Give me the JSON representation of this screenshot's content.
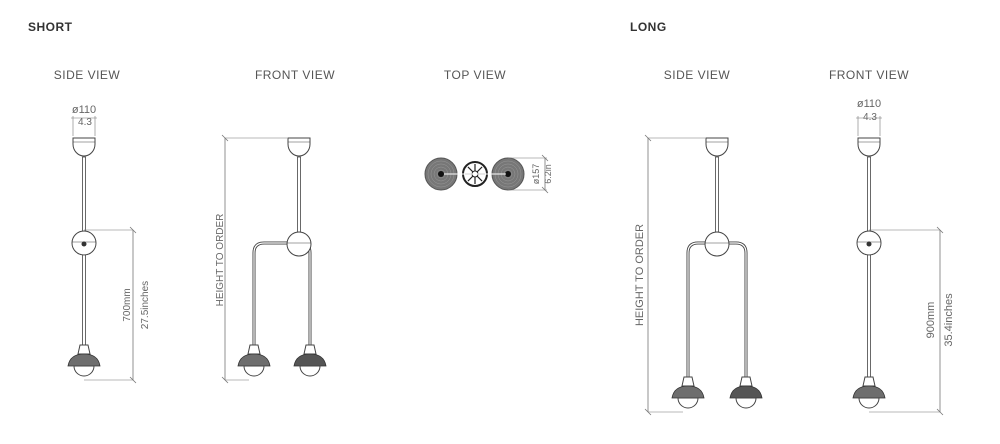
{
  "sections": {
    "short": "SHORT",
    "long": "LONG"
  },
  "views": {
    "short_side": "SIDE VIEW",
    "short_front": "FRONT VIEW",
    "short_top": "TOP VIEW",
    "long_side": "SIDE VIEW",
    "long_front": "FRONT VIEW"
  },
  "dimensions": {
    "canopy_diameter_mm": "ø110",
    "canopy_diameter_in": "4.3",
    "short_drop_mm": "700mm",
    "short_drop_in": "27.5inches",
    "long_drop_mm": "900mm",
    "long_drop_in": "35.4inches",
    "height_to_order": "HEIGHT TO ORDER",
    "top_diameter_mm": "ø157",
    "top_diameter_in": "6.2in"
  },
  "colors": {
    "line": "#444444",
    "dim": "#777777",
    "shade": "#6e6e6e"
  }
}
